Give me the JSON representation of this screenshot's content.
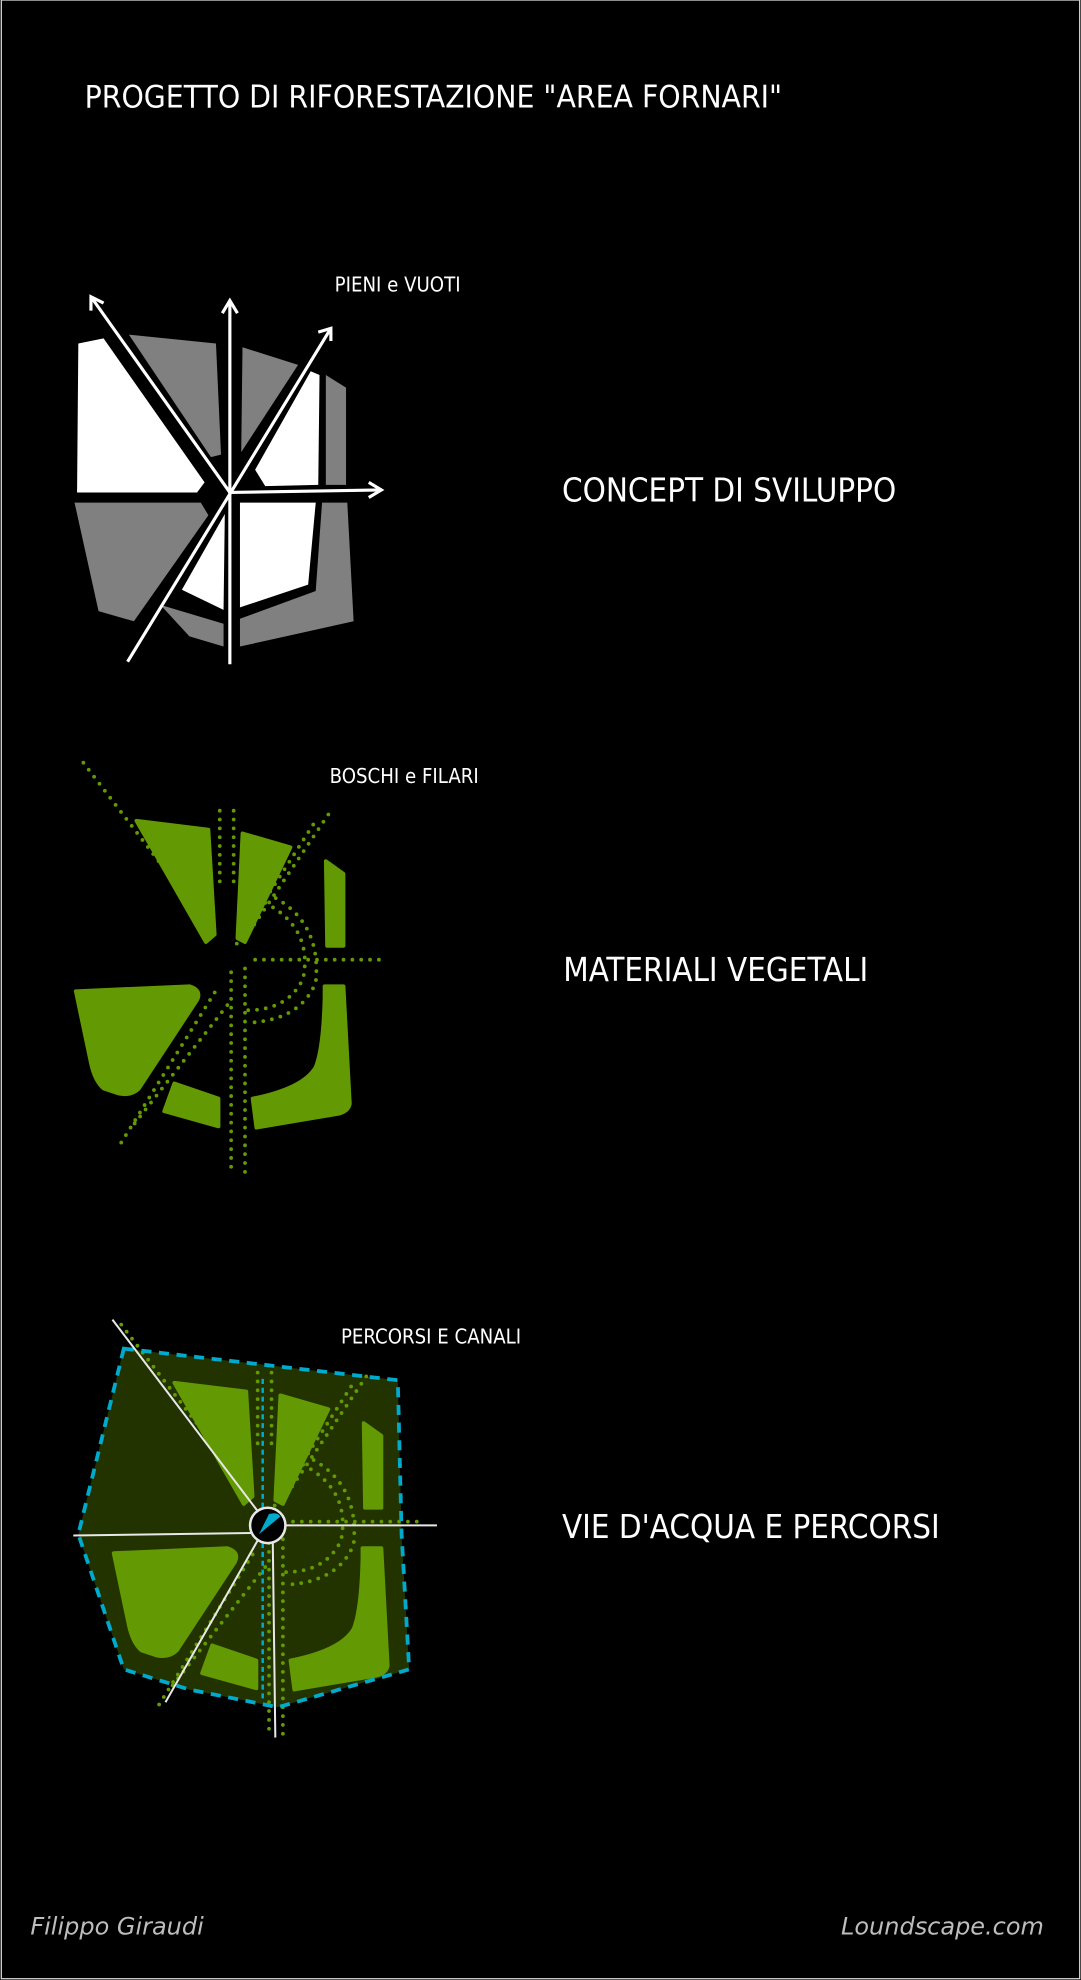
{
  "title": "PROGETTO DI RIFORESTAZIONE \"AREA FORNARI\"",
  "sections": [
    {
      "label": "PIENI e VUOTI",
      "heading": "CONCEPT DI SVILUPPO"
    },
    {
      "label": "BOSCHI e FILARI",
      "heading": "MATERIALI VEGETALI"
    },
    {
      "label": "PERCORSI E CANALI",
      "heading": "VIE D'ACQUA E PERCORSI"
    }
  ],
  "footer": {
    "author": "Filippo Giraudi",
    "site": "Loundscape.com"
  },
  "colors": {
    "background": "#000000",
    "green": "#639a04",
    "dark_green": "#223300",
    "water": "#00aacc",
    "gray": "#808080"
  }
}
